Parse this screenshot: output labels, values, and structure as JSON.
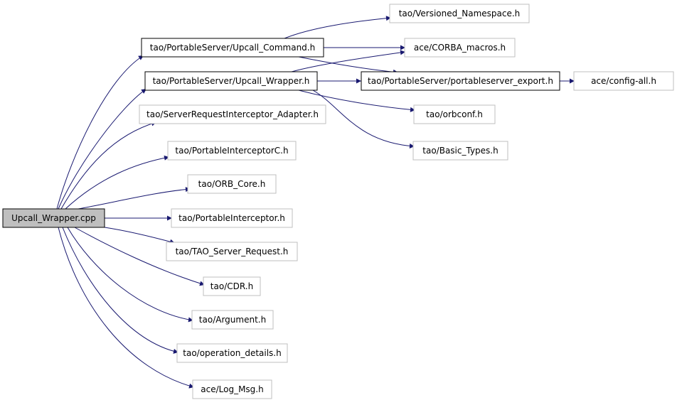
{
  "colors": {
    "edge": "#191970",
    "box_strong": "#000000",
    "box_light": "#bfbfbf",
    "root_fill": "#bfbfbf",
    "background": "#ffffff"
  },
  "nodes": {
    "root": {
      "label": "Upcall_Wrapper.cpp",
      "style": "root"
    },
    "upcall_command": {
      "label": "tao/PortableServer/Upcall_Command.h",
      "style": "strong"
    },
    "upcall_wrapper_h": {
      "label": "tao/PortableServer/Upcall_Wrapper.h",
      "style": "strong"
    },
    "portableserver_export": {
      "label": "tao/PortableServer/portableserver_export.h",
      "style": "strong"
    },
    "versioned_namespace": {
      "label": "tao/Versioned_Namespace.h",
      "style": "light"
    },
    "corba_macros": {
      "label": "ace/CORBA_macros.h",
      "style": "light"
    },
    "config_all": {
      "label": "ace/config-all.h",
      "style": "light"
    },
    "orbconf": {
      "label": "tao/orbconf.h",
      "style": "light"
    },
    "basic_types": {
      "label": "tao/Basic_Types.h",
      "style": "light"
    },
    "sri_adapter": {
      "label": "tao/ServerRequestInterceptor_Adapter.h",
      "style": "light"
    },
    "pi_c": {
      "label": "tao/PortableInterceptorC.h",
      "style": "light"
    },
    "orb_core": {
      "label": "tao/ORB_Core.h",
      "style": "light"
    },
    "pi": {
      "label": "tao/PortableInterceptor.h",
      "style": "light"
    },
    "server_request": {
      "label": "tao/TAO_Server_Request.h",
      "style": "light"
    },
    "cdr": {
      "label": "tao/CDR.h",
      "style": "light"
    },
    "argument": {
      "label": "tao/Argument.h",
      "style": "light"
    },
    "op_details": {
      "label": "tao/operation_details.h",
      "style": "light"
    },
    "log_msg": {
      "label": "ace/Log_Msg.h",
      "style": "light"
    }
  },
  "edges": [
    [
      "root",
      "upcall_command"
    ],
    [
      "root",
      "upcall_wrapper_h"
    ],
    [
      "root",
      "sri_adapter"
    ],
    [
      "root",
      "pi_c"
    ],
    [
      "root",
      "orb_core"
    ],
    [
      "root",
      "pi"
    ],
    [
      "root",
      "server_request"
    ],
    [
      "root",
      "cdr"
    ],
    [
      "root",
      "argument"
    ],
    [
      "root",
      "op_details"
    ],
    [
      "root",
      "log_msg"
    ],
    [
      "upcall_command",
      "versioned_namespace"
    ],
    [
      "upcall_command",
      "corba_macros"
    ],
    [
      "upcall_command",
      "portableserver_export"
    ],
    [
      "upcall_wrapper_h",
      "corba_macros"
    ],
    [
      "upcall_wrapper_h",
      "portableserver_export"
    ],
    [
      "upcall_wrapper_h",
      "orbconf"
    ],
    [
      "upcall_wrapper_h",
      "basic_types"
    ],
    [
      "portableserver_export",
      "config_all"
    ]
  ]
}
